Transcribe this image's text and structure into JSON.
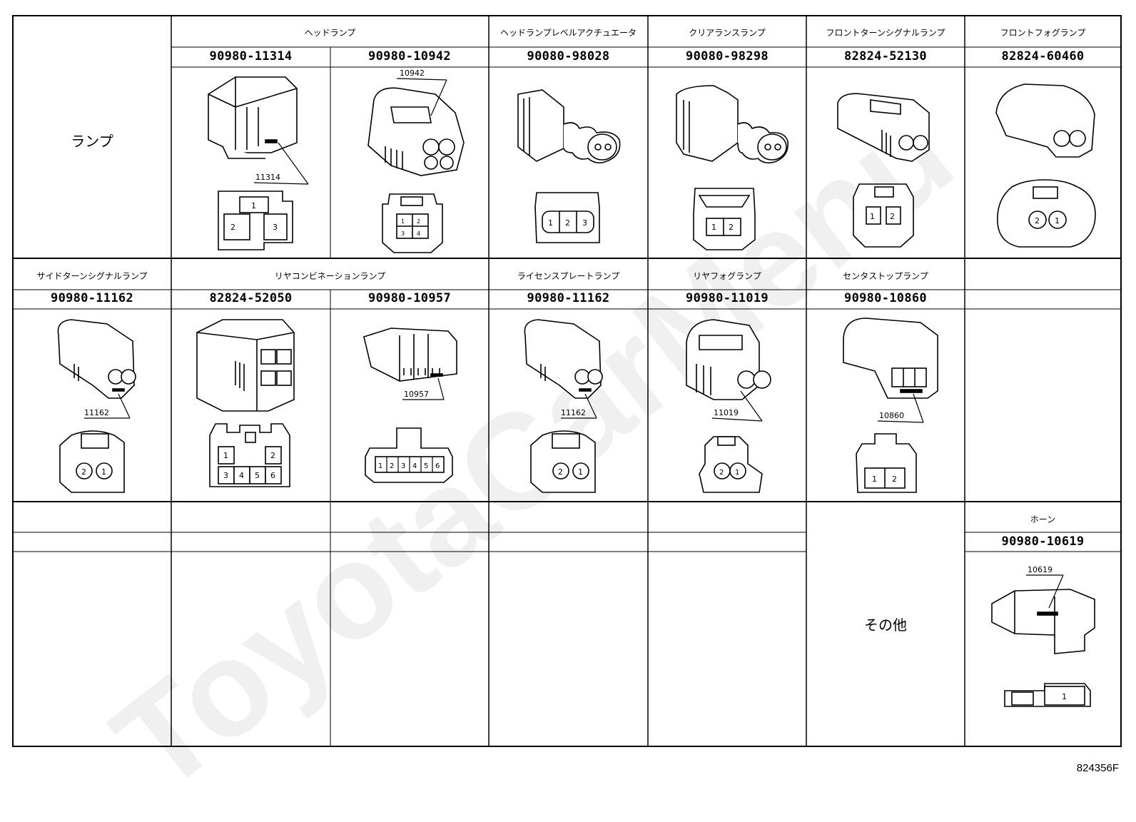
{
  "watermark": "ToyotaCarMenu",
  "doc_id": "824356F",
  "row1": {
    "category": "ランプ",
    "groups": [
      "ヘッドランプ",
      "ヘッドランプレベルアクチュエータ",
      "クリアランスランプ",
      "フロントターンシグナルランプ",
      "フロントフォグランプ"
    ],
    "parts": [
      "90980-11314",
      "90980-10942",
      "90080-98028",
      "90080-98298",
      "82824-52130",
      "82824-60460"
    ],
    "callouts": [
      "11314",
      "10942"
    ]
  },
  "row2": {
    "groups": [
      "サイドターンシグナルランプ",
      "リヤコンビネーションランプ",
      "ライセンスプレートランプ",
      "リヤフォグランプ",
      "センタストップランプ"
    ],
    "parts": [
      "90980-11162",
      "82824-52050",
      "90980-10957",
      "90980-11162",
      "90980-11019",
      "90980-10860"
    ],
    "callouts": [
      "11162",
      "10957",
      "11162",
      "11019",
      "10860"
    ]
  },
  "row3": {
    "category": "その他",
    "groups": [
      "ホーン"
    ],
    "parts": [
      "90980-10619"
    ],
    "callouts": [
      "10619"
    ]
  },
  "pins": {
    "p11314": [
      "1",
      "2",
      "3"
    ],
    "p10942": [
      "1",
      "2",
      "3",
      "4"
    ],
    "p98028": [
      "1",
      "2",
      "3"
    ],
    "p98298": [
      "1",
      "2"
    ],
    "p52130": [
      "1",
      "2"
    ],
    "p60460": [
      "2",
      "1"
    ],
    "p11162": [
      "2",
      "1"
    ],
    "p52050": [
      "1",
      "2",
      "3",
      "4",
      "5",
      "6"
    ],
    "p10957": [
      "1",
      "2",
      "3",
      "4",
      "5",
      "6"
    ],
    "p11019": [
      "2",
      "1"
    ],
    "p10860": [
      "1",
      "2"
    ],
    "p10619": [
      "1"
    ]
  }
}
